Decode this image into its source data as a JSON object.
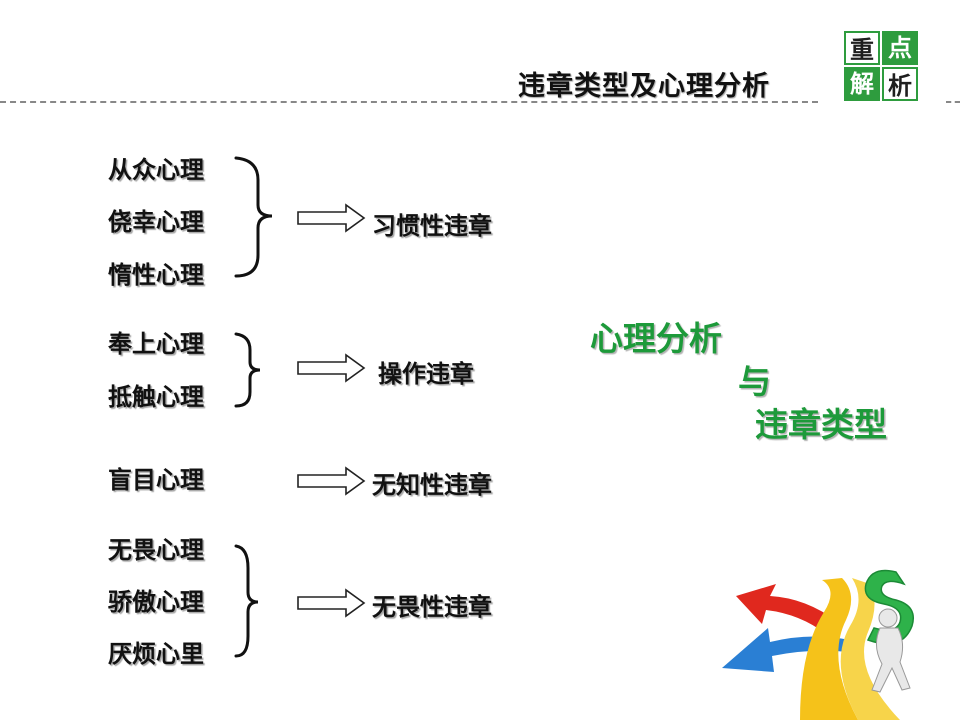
{
  "header": {
    "title": "违章类型及心理分析",
    "badge": [
      "重",
      "点",
      "解",
      "析"
    ]
  },
  "groups": [
    {
      "psychologies": [
        "从众心理",
        "侥幸心理",
        "惰性心理"
      ],
      "violation": "习惯性违章"
    },
    {
      "psychologies": [
        "奉上心理",
        "抵触心理"
      ],
      "violation": "操作违章"
    },
    {
      "psychologies": [
        "盲目心理"
      ],
      "violation": "无知性违章"
    },
    {
      "psychologies": [
        "无畏心理",
        "骄傲心理",
        "厌烦心里"
      ],
      "violation": "无畏性违章"
    }
  ],
  "summary": {
    "line1": "心理分析",
    "line2": "与",
    "line3": "违章类型"
  },
  "colors": {
    "accent_green": "#2e9c3e",
    "summary_green": "#1d9a3a",
    "arrow_red": "#e0281e",
    "arrow_blue": "#2a7fd4",
    "road_yellow": "#f5c21a"
  }
}
